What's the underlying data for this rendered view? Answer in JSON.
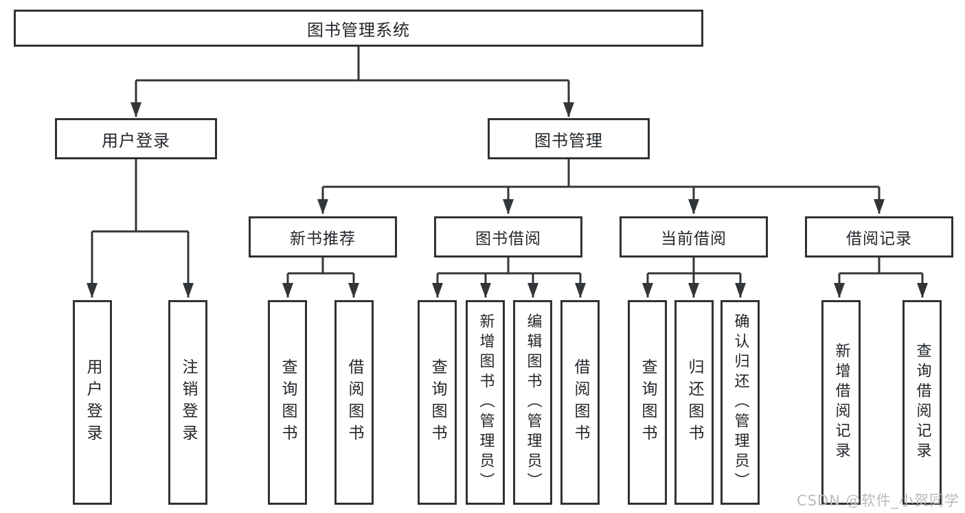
{
  "diagram": {
    "root": {
      "label": "图书管理系统"
    },
    "branches": [
      {
        "label": "用户登录",
        "children": [
          {
            "label": "用户登录"
          },
          {
            "label": "注销登录"
          }
        ]
      },
      {
        "label": "图书管理",
        "groups": [
          {
            "label": "新书推荐",
            "children": [
              {
                "label": "查询图书"
              },
              {
                "label": "借阅图书"
              }
            ]
          },
          {
            "label": "图书借阅",
            "children": [
              {
                "label": "查询图书"
              },
              {
                "label": "新增图书（管理员）"
              },
              {
                "label": "编辑图书（管理员）"
              },
              {
                "label": "借阅图书"
              }
            ]
          },
          {
            "label": "当前借阅",
            "children": [
              {
                "label": "查询图书"
              },
              {
                "label": "归还图书"
              },
              {
                "label": "确认归还（管理员）"
              }
            ]
          },
          {
            "label": "借阅记录",
            "children": [
              {
                "label": "新增借阅记录"
              },
              {
                "label": "查询借阅记录"
              }
            ]
          }
        ]
      }
    ],
    "line_color": "#333639",
    "border_color": "#2f3235",
    "watermark": "CSDN @软件_小贺同学"
  }
}
